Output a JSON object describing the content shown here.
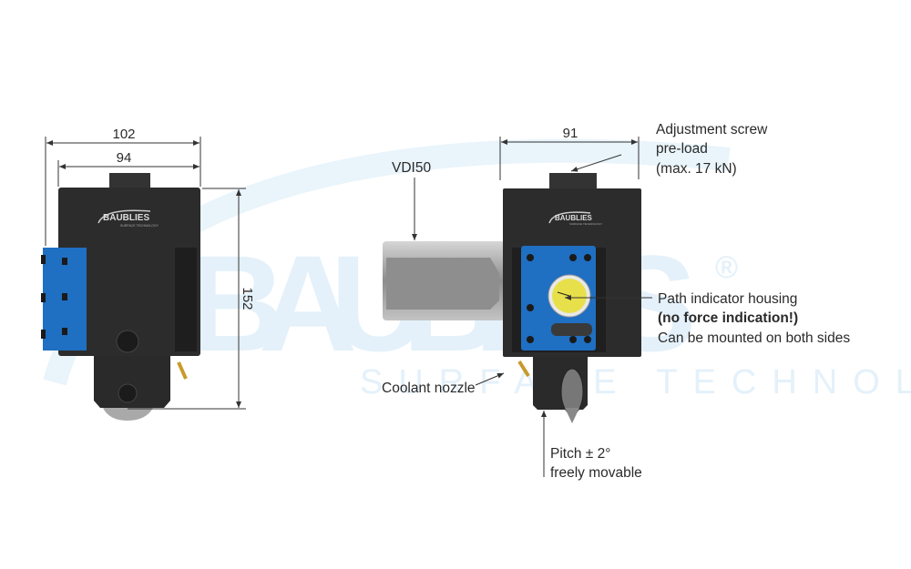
{
  "watermark": {
    "brand": "BAUBLIES",
    "registered": "®",
    "tagline": "SURFACE TECHNOLOGY"
  },
  "logo": {
    "brand": "BAUBLIES",
    "tagline": "SURFACE TECHNOLOGY"
  },
  "front_view": {
    "dimensions": {
      "overall_width": "102",
      "body_width": "94",
      "height": "152"
    }
  },
  "side_view": {
    "dimensions": {
      "body_width": "91"
    },
    "annotations": {
      "shank": "VDI50",
      "adjustment_screw": [
        "Adjustment screw",
        "pre-load",
        "(max. 17 kN)"
      ],
      "path_indicator": [
        "Path indicator housing",
        "(no force indication!)",
        "Can be mounted on both sides"
      ],
      "coolant": "Coolant nozzle",
      "pitch": [
        "Pitch ± 2°",
        "freely movable"
      ]
    }
  },
  "colors": {
    "body": "#2c2c2c",
    "plate": "#1f6fc2",
    "watermark": "#e4f1fa",
    "dial": "#e8e04a",
    "shank": "#9a9a9a"
  }
}
